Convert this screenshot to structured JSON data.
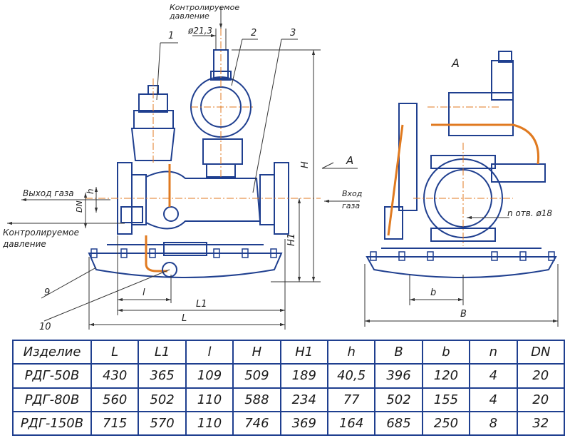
{
  "labels": {
    "controlled_pressure_top_1": "Контролируемое",
    "controlled_pressure_top_2": "давление",
    "diameter": "ø21,3",
    "callout_1": "1",
    "callout_2": "2",
    "callout_3": "3",
    "callout_9": "9",
    "callout_10": "10",
    "gas_outlet": "Выход газа",
    "gas_inlet_1": "Вход",
    "gas_inlet_2": "газа",
    "controlled_pressure_left_1": "Контролируемое",
    "controlled_pressure_left_2": "давление",
    "dim_H": "H",
    "dim_H1": "H1",
    "dim_h": "h",
    "dim_DN": "DN",
    "dim_l": "l",
    "dim_L1": "L1",
    "dim_L": "L",
    "view_A": "A",
    "arrow_A": "A",
    "holes": "n отв. ø18",
    "dim_b": "b",
    "dim_B": "B"
  },
  "table": {
    "headers": [
      "Изделие",
      "L",
      "L1",
      "l",
      "H",
      "H1",
      "h",
      "B",
      "b",
      "n",
      "DN"
    ],
    "rows": [
      [
        "РДГ-50В",
        "430",
        "365",
        "109",
        "509",
        "189",
        "40,5",
        "396",
        "120",
        "4",
        "20"
      ],
      [
        "РДГ-80В",
        "560",
        "502",
        "110",
        "588",
        "234",
        "77",
        "502",
        "155",
        "4",
        "20"
      ],
      [
        "РДГ-150В",
        "715",
        "570",
        "110",
        "746",
        "369",
        "164",
        "685",
        "250",
        "8",
        "32"
      ]
    ]
  },
  "colors": {
    "outline": "#1f3f8f",
    "centerline": "#e07a20",
    "dimension": "#333333"
  }
}
